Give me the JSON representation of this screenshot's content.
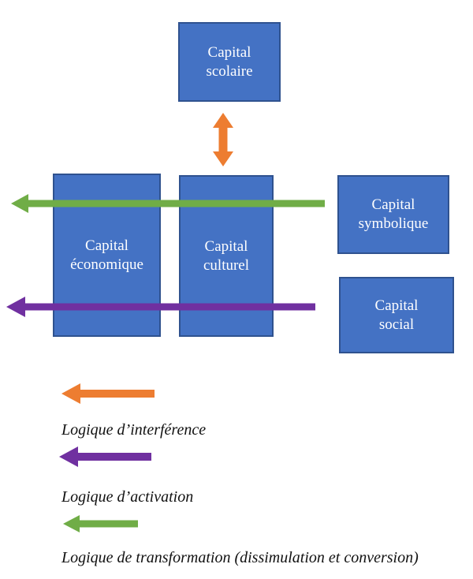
{
  "colors": {
    "box_fill": "#4472C4",
    "box_border": "#2F528F",
    "orange": "#ED7D31",
    "purple": "#7030A0",
    "green": "#70AD47",
    "legend_text": "#111111"
  },
  "diagram": {
    "boxes": [
      {
        "id": "scolaire",
        "label": "Capital scolaire",
        "lines": [
          "Capital",
          "scolaire"
        ]
      },
      {
        "id": "economique",
        "label": "Capital économique",
        "lines": [
          "Capital",
          "économique"
        ]
      },
      {
        "id": "culturel",
        "label": "Capital culturel",
        "lines": [
          "Capital",
          "culturel"
        ]
      },
      {
        "id": "symbolique",
        "label": "Capital symbolique",
        "lines": [
          "Capital",
          "symbolique"
        ]
      },
      {
        "id": "social",
        "label": "Capital social",
        "lines": [
          "Capital",
          "social"
        ]
      }
    ],
    "arrows": [
      {
        "id": "interference-vertical",
        "color": "#ED7D31",
        "direction": "vertical-double",
        "meaning": "Logique d’interférence"
      },
      {
        "id": "transformation-horizontal",
        "color": "#70AD47",
        "direction": "left",
        "meaning": "Logique de transformation (dissimulation et conversion)"
      },
      {
        "id": "activation-horizontal",
        "color": "#7030A0",
        "direction": "left",
        "meaning": "Logique d’activation"
      }
    ]
  },
  "legend": {
    "items": [
      {
        "color": "#ED7D31",
        "label": "Logique d’interférence"
      },
      {
        "color": "#7030A0",
        "label": "Logique d’activation"
      },
      {
        "color": "#70AD47",
        "label": "Logique de transformation (dissimulation et conversion)"
      }
    ]
  }
}
